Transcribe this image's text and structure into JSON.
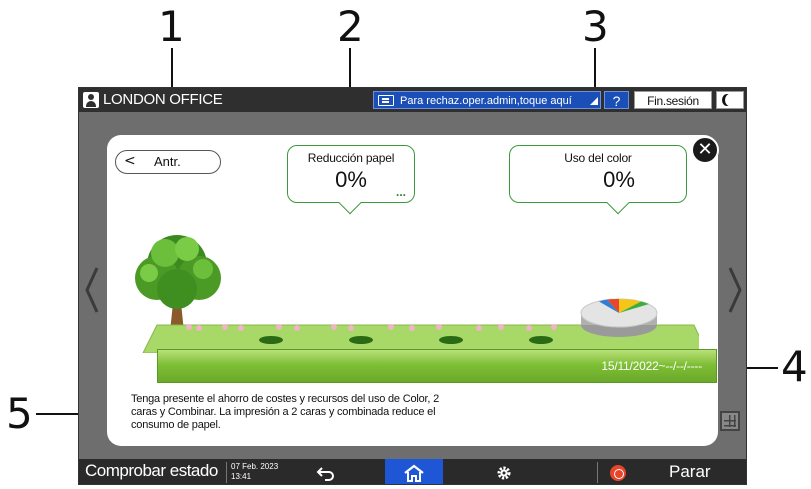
{
  "callouts": [
    "1",
    "2",
    "3",
    "4",
    "5"
  ],
  "topbar": {
    "office_name": "LONDON OFFICE",
    "admin_message": "Para rechaz.oper.admin,toque aquí",
    "help_label": "?",
    "logout_label": "Fin.sesión"
  },
  "panel": {
    "back_label": "Antr.",
    "paper_reduction": {
      "title": "Reducción papel",
      "value": "0%",
      "more": "..."
    },
    "color_usage": {
      "title": "Uso del color",
      "value": "0%"
    },
    "date_range": "15/11/2022~--/--/----",
    "message": "Tenga presente el ahorro de costes y recursos del uso de Color, 2 caras y Combinar. La impresión a 2 caras y combinada reduce el consumo de papel."
  },
  "bottombar": {
    "status_label": "Comprobar estado",
    "date": "07 Feb. 2023",
    "time": "13:41",
    "stop_label": "Parar"
  },
  "colors": {
    "accent_blue": "#1f56d6",
    "bubble_green": "#3b9a3b",
    "ground_green": "#7fbf36",
    "stop_red": "#e8462b"
  }
}
